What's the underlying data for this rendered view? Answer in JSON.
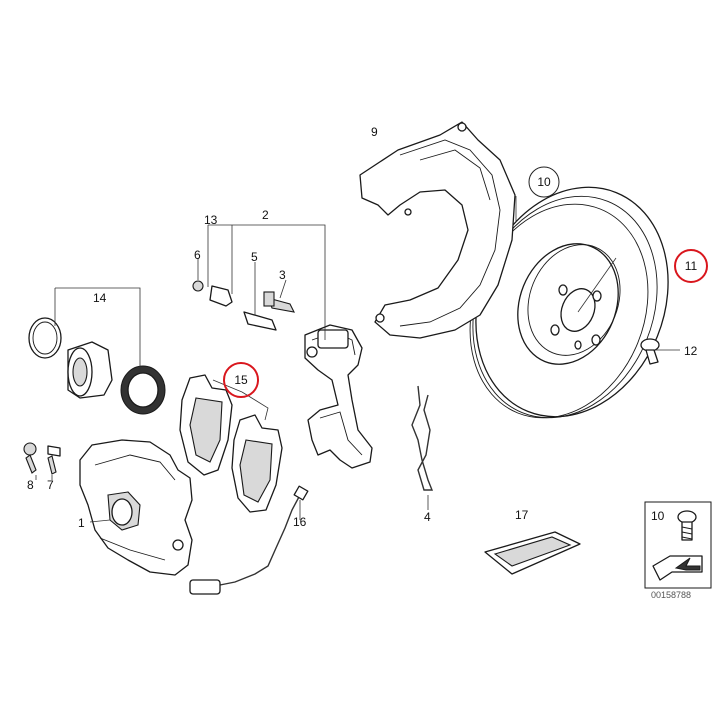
{
  "callouts": [
    {
      "id": "c1",
      "label": "1",
      "highlight": false
    },
    {
      "id": "c2",
      "label": "2",
      "highlight": false
    },
    {
      "id": "c3",
      "label": "3",
      "highlight": false
    },
    {
      "id": "c4",
      "label": "4",
      "highlight": false
    },
    {
      "id": "c5",
      "label": "5",
      "highlight": false
    },
    {
      "id": "c6",
      "label": "6",
      "highlight": false
    },
    {
      "id": "c7",
      "label": "7",
      "highlight": false
    },
    {
      "id": "c8",
      "label": "8",
      "highlight": false
    },
    {
      "id": "c9",
      "label": "9",
      "highlight": false
    },
    {
      "id": "c10",
      "label": "10",
      "highlight": false,
      "ringed": true
    },
    {
      "id": "c11",
      "label": "11",
      "highlight": true
    },
    {
      "id": "c12",
      "label": "12",
      "highlight": false
    },
    {
      "id": "c13",
      "label": "13",
      "highlight": false
    },
    {
      "id": "c14",
      "label": "14",
      "highlight": false
    },
    {
      "id": "c15",
      "label": "15",
      "highlight": true
    },
    {
      "id": "c16",
      "label": "16",
      "highlight": false
    },
    {
      "id": "c17",
      "label": "17",
      "highlight": false
    }
  ],
  "inset": {
    "label": "10"
  },
  "diagram_code": "00158788",
  "colors": {
    "highlight": "#d9161d",
    "line": "#1a1a1a"
  }
}
